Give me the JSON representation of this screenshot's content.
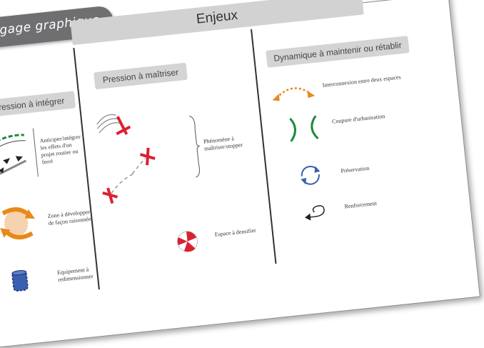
{
  "tab_title": "Langage graphique",
  "header_title": "Enjeux",
  "columns": [
    {
      "title": "Pression à intégrer",
      "items": [
        {
          "label": "Anticiper/intégrer les effets d'un projet routier ou ferré",
          "icon": "road-rail-project-icon"
        },
        {
          "label": "Zone à développer de façon raisonnée",
          "icon": "orange-arrows-zone-icon"
        },
        {
          "label": "Equipement à redimensionner",
          "icon": "blue-cylinder-icon"
        }
      ]
    },
    {
      "title": "Pression à maîtriser",
      "items": [
        {
          "label": "Phénomène à maîtriser/stopper",
          "icon": "red-stop-bars-icon"
        },
        {
          "label": "Espace à densifier",
          "icon": "red-densify-circle-icon"
        }
      ]
    },
    {
      "title": "Dynamique à maintenir ou rétablir",
      "items": [
        {
          "label": "Interconnexion entre deux espaces",
          "icon": "orange-dotted-arrow-icon"
        },
        {
          "label": "Coupure d'urbanisation",
          "icon": "green-break-icon"
        },
        {
          "label": "Préservation",
          "icon": "blue-circular-arrows-icon"
        },
        {
          "label": "Renforcement",
          "icon": "black-spiral-arrow-icon"
        }
      ]
    }
  ],
  "colors": {
    "green": "#1d8a3c",
    "orange": "#e8891a",
    "red": "#d92231",
    "blue": "#3a5fb0",
    "tab": "#6f6f72",
    "pill": "#d4d4d4"
  }
}
